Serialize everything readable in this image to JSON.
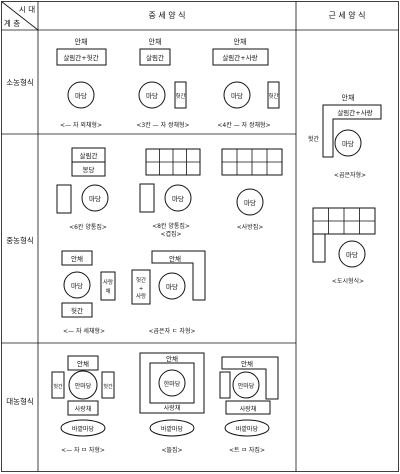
{
  "header": {
    "corner_top": "시 대",
    "corner_bottom": "계 층",
    "col_middle": "중 세 양 식",
    "col_modern": "근 세 양 식"
  },
  "rows": {
    "small": "소농형식",
    "middle": "중농형식",
    "large": "대농형식"
  },
  "labels": {
    "anchae": "안채",
    "salimgan_heotgan": "살림간+헛간",
    "salimgan": "살림간",
    "salimgan_sarang": "살림간+사랑",
    "madang": "마당",
    "heotgan": "헛간",
    "salimgan2": "살림간",
    "bongdang": "봉당",
    "sarangchae": "사랑채",
    "sarang": "사랑",
    "heotgan_sarang": "헛간 + 사랑",
    "anmadang": "안마당",
    "hanmadang": "한마당",
    "bakkatmadang": "바깥마당",
    "sarangchae_vertical": "사랑 채"
  },
  "captions": {
    "c1": "<— 자 외채형>",
    "c2": "<3칸 — 자 쌍채형>",
    "c3": "<4칸 — 자 쌍채형>",
    "c4": "<6칸 양통집>",
    "c5a": "<8칸 양통집>",
    "c5b": "<겹집>",
    "c6": "<사방집>",
    "c7": "<— 자 세채형>",
    "c8": "<곱은자 ㄷ 자형>",
    "c9": "<— 자 ㅁ 자형>",
    "c10": "<뜰집>",
    "c11": "<트 ㅁ 자집>",
    "m1": "<곱은자형>",
    "m2": "<도시형식>"
  }
}
